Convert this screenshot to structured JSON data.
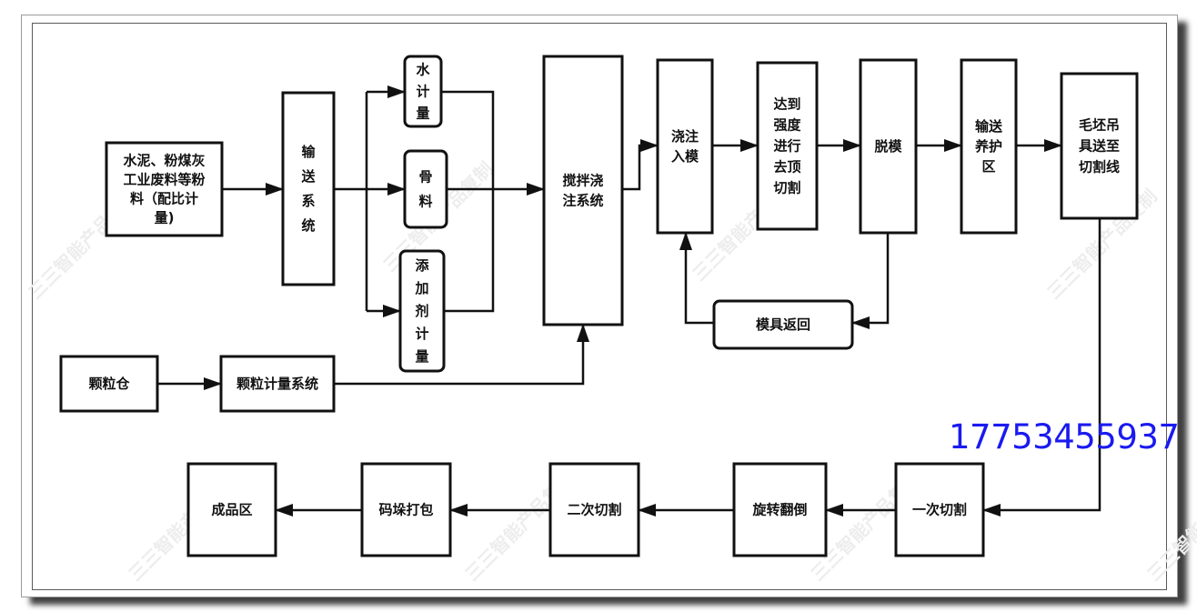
{
  "diagram": {
    "nodes": [
      {
        "id": "raw",
        "lines": [
          "水泥、粉煤灰",
          "工业废料等粉",
          "料（配比计",
          "量)"
        ],
        "shape": "rect"
      },
      {
        "id": "convey",
        "lines": [
          "输",
          "送",
          "系",
          "统"
        ],
        "shape": "rect"
      },
      {
        "id": "water",
        "lines": [
          "水",
          "计",
          "量"
        ],
        "shape": "rounded"
      },
      {
        "id": "aggregate",
        "lines": [
          "骨",
          "料"
        ],
        "shape": "rounded"
      },
      {
        "id": "additive",
        "lines": [
          "添",
          "加",
          "剂",
          "计",
          "量"
        ],
        "shape": "rounded"
      },
      {
        "id": "mix",
        "lines": [
          "搅拌浇",
          "注系统"
        ],
        "shape": "rect"
      },
      {
        "id": "pour",
        "lines": [
          "浇注",
          "入模"
        ],
        "shape": "rect"
      },
      {
        "id": "strength",
        "lines": [
          "达到",
          "强度",
          "进行",
          "去顶",
          "切割"
        ],
        "shape": "rect"
      },
      {
        "id": "demold",
        "lines": [
          "脱模"
        ],
        "shape": "rect"
      },
      {
        "id": "curing",
        "lines": [
          "输送",
          "养护",
          "区"
        ],
        "shape": "rect"
      },
      {
        "id": "blank",
        "lines": [
          "毛坯吊",
          "具送至",
          "切割线"
        ],
        "shape": "rect"
      },
      {
        "id": "moldreturn",
        "lines": [
          "模具返回"
        ],
        "shape": "rounded"
      },
      {
        "id": "silo",
        "lines": [
          "颗粒仓"
        ],
        "shape": "rect"
      },
      {
        "id": "granule",
        "lines": [
          "颗粒计量系统"
        ],
        "shape": "rect"
      },
      {
        "id": "cut1",
        "lines": [
          "一次切割"
        ],
        "shape": "rect"
      },
      {
        "id": "flip",
        "lines": [
          "旋转翻倒"
        ],
        "shape": "rect"
      },
      {
        "id": "cut2",
        "lines": [
          "二次切割"
        ],
        "shape": "rect"
      },
      {
        "id": "stack",
        "lines": [
          "码垛打包"
        ],
        "shape": "rect"
      },
      {
        "id": "finished",
        "lines": [
          "成品区"
        ],
        "shape": "rect"
      }
    ],
    "edges": [
      {
        "from": "raw",
        "to": "convey"
      },
      {
        "from": "convey",
        "to": "water"
      },
      {
        "from": "convey",
        "to": "aggregate"
      },
      {
        "from": "convey",
        "to": "additive"
      },
      {
        "from": "water",
        "to": "mix"
      },
      {
        "from": "aggregate",
        "to": "mix"
      },
      {
        "from": "additive",
        "to": "mix"
      },
      {
        "from": "granule",
        "to": "mix"
      },
      {
        "from": "silo",
        "to": "granule"
      },
      {
        "from": "mix",
        "to": "pour"
      },
      {
        "from": "pour",
        "to": "strength"
      },
      {
        "from": "strength",
        "to": "demold"
      },
      {
        "from": "demold",
        "to": "curing"
      },
      {
        "from": "curing",
        "to": "blank"
      },
      {
        "from": "demold",
        "to": "moldreturn"
      },
      {
        "from": "moldreturn",
        "to": "pour"
      },
      {
        "from": "blank",
        "to": "cut1"
      },
      {
        "from": "cut1",
        "to": "flip"
      },
      {
        "from": "flip",
        "to": "cut2"
      },
      {
        "from": "cut2",
        "to": "stack"
      },
      {
        "from": "stack",
        "to": "finished"
      }
    ]
  },
  "phone_number": "17753455937",
  "watermark": "三三智能产品复制",
  "colors": {
    "phone": "#1a1af0",
    "stroke": "#111111"
  }
}
